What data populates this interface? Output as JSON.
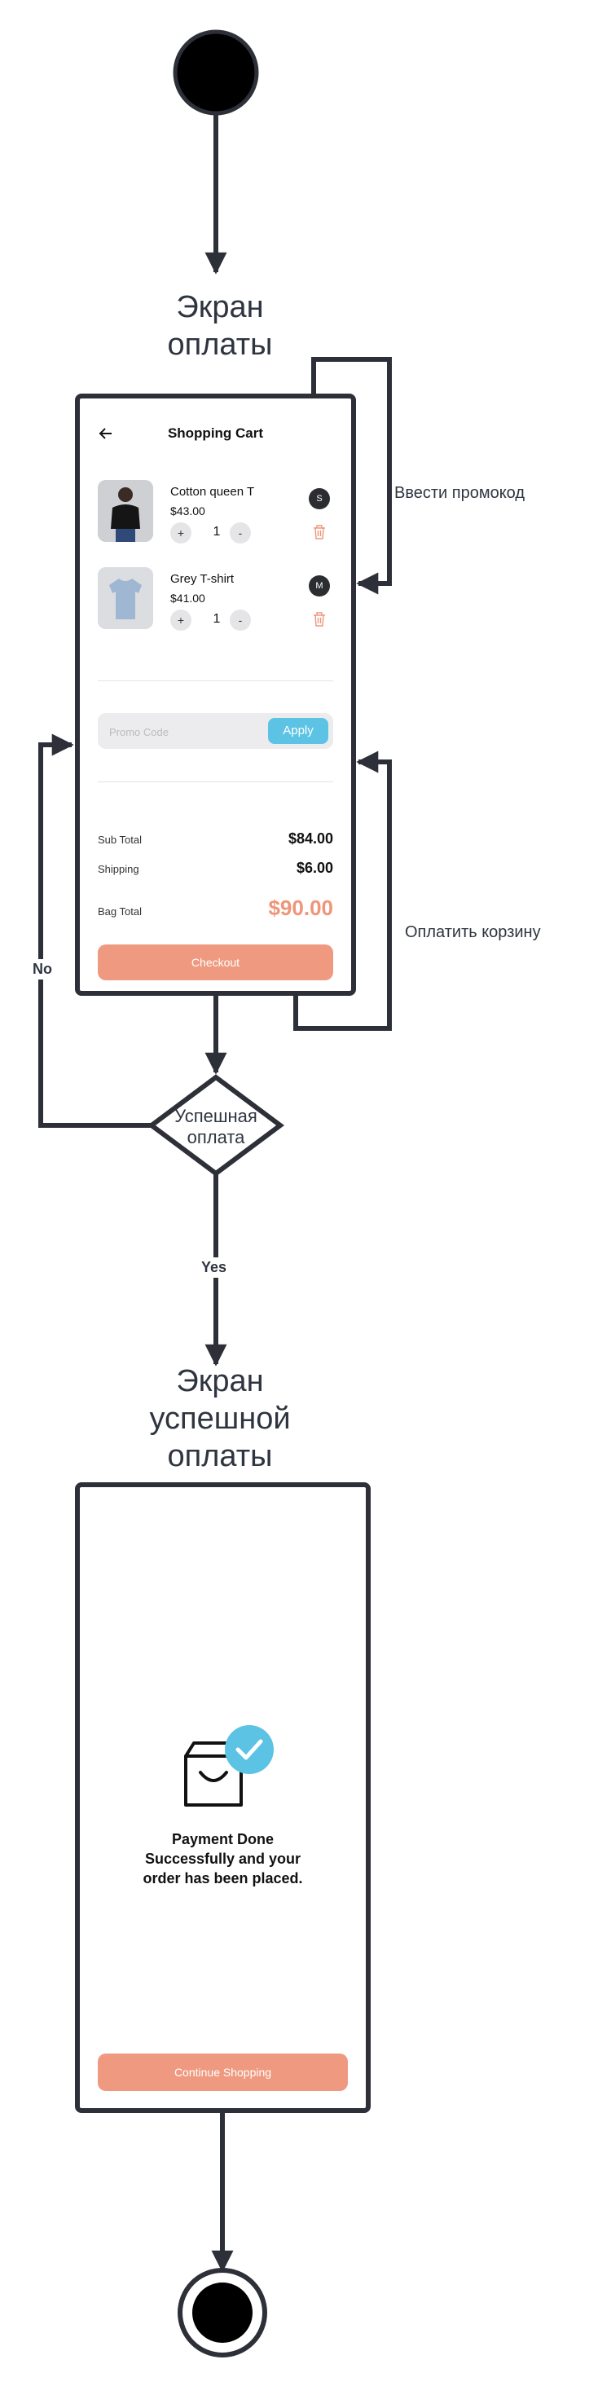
{
  "flow": {
    "payment_screen_title": "Экран\nоплаты",
    "success_screen_title": "Экран\nуспешной\nоплаты",
    "decision_label": "Успешная\nоплата",
    "edge_promo": "Ввести промокод",
    "edge_pay": "Оплатить корзину",
    "edge_no": "No",
    "edge_yes": "Yes"
  },
  "cart": {
    "title": "Shopping Cart",
    "items": [
      {
        "name": "Cotton queen T",
        "price": "$43.00",
        "qty": "1",
        "size": "S",
        "plus": "+",
        "minus": "-"
      },
      {
        "name": "Grey T-shirt",
        "price": "$41.00",
        "qty": "1",
        "size": "M",
        "plus": "+",
        "minus": "-"
      }
    ],
    "promo_placeholder": "Promo Code",
    "apply_label": "Apply",
    "subtotal_label": "Sub Total",
    "subtotal_value": "$84.00",
    "shipping_label": "Shipping",
    "shipping_value": "$6.00",
    "total_label": "Bag Total",
    "total_value": "$90.00",
    "checkout_label": "Checkout"
  },
  "done": {
    "message": "Payment Done\nSuccessfully and your\norder has been placed.",
    "continue_label": "Continue Shopping"
  },
  "colors": {
    "line": "#2d3038",
    "accent": "#ef9a80",
    "apply": "#5cc3e5",
    "check": "#5cc3e5"
  },
  "icons": {
    "back": "arrow-left-icon",
    "trash": "trash-icon",
    "bag": "shopping-bag-icon",
    "check": "check-circle-icon"
  }
}
